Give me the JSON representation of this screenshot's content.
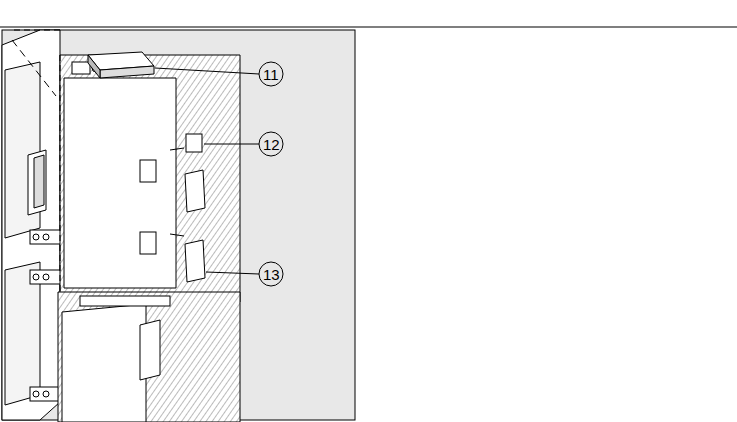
{
  "diagram": {
    "labels": [
      "11",
      "12",
      "13"
    ]
  }
}
